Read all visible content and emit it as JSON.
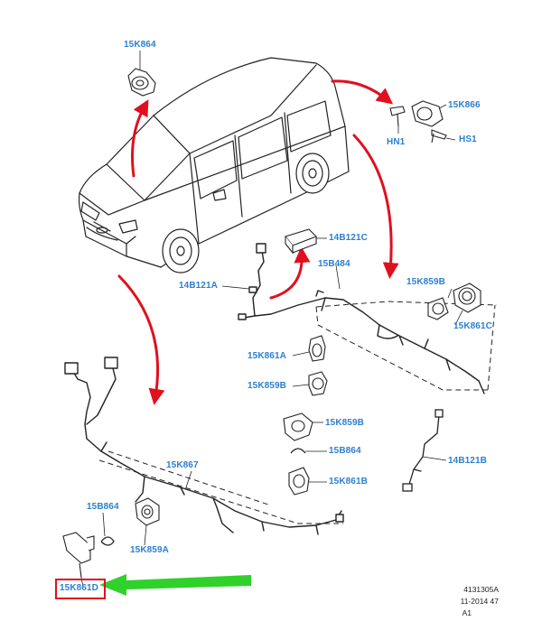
{
  "labels": {
    "p15K864_top": "15K864",
    "p15K866": "15K866",
    "pHN1": "HN1",
    "pHS1": "HS1",
    "p14B121C": "14B121C",
    "p15B484": "15B484",
    "p14B121A": "14B121A",
    "p15K859B_right": "15K859B",
    "p15K861C": "15K861C",
    "p15K861A": "15K861A",
    "p15K859B_left": "15K859B",
    "p15K859B_mid": "15K859B",
    "p15B864_mid": "15B864",
    "p15K861B": "15K861B",
    "p14B121B": "14B121B",
    "p15K867": "15K867",
    "p15B864_low": "15B864",
    "p15K859A": "15K859A",
    "p15K861D": "15K861D"
  },
  "footer": {
    "ref": "4131305A",
    "date": "11-2014 47",
    "code": "A1"
  },
  "colors": {
    "label_blue": "#2c7fd0",
    "arrow_red": "#e0101e",
    "arrow_green": "#2fd12a",
    "line": "#222222"
  }
}
